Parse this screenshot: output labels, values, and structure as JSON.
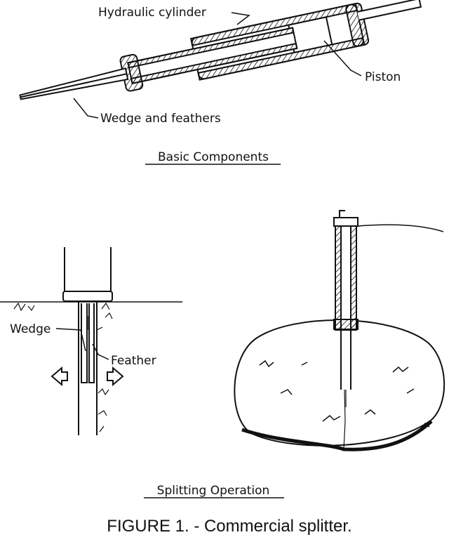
{
  "diagram": {
    "labels": {
      "hydraulic_cylinder": "Hydraulic cylinder",
      "piston": "Piston",
      "wedge_and_feathers": "Wedge and feathers",
      "wedge": "Wedge",
      "feather": "Feather"
    },
    "captions": {
      "basic_components": "Basic Components",
      "splitting_operation": "Splitting Operation"
    },
    "figure_title": "FIGURE 1. - Commercial splitter."
  }
}
